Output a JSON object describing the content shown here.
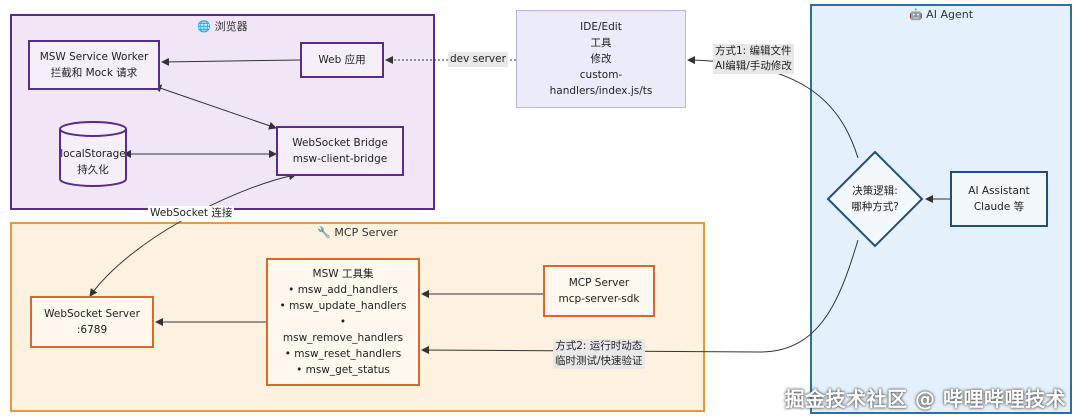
{
  "groups": {
    "browser": {
      "title": "🌐 浏览器"
    },
    "mcp": {
      "title": "🔧 MCP Server"
    },
    "agent": {
      "title": "🤖 AI Agent"
    }
  },
  "nodes": {
    "ide": {
      "lines": [
        "IDE/Edit",
        "工具",
        "修改",
        "custom-",
        "handlers/index.js/ts"
      ]
    },
    "msw_sw": {
      "lines": [
        "MSW Service Worker",
        "拦截和 Mock 请求"
      ]
    },
    "web_app": {
      "lines": [
        "Web 应用"
      ]
    },
    "storage": {
      "lines": [
        "localStorage",
        "持久化"
      ]
    },
    "ws_bridge": {
      "lines": [
        "WebSocket Bridge",
        "msw-client-bridge"
      ]
    },
    "ws_server": {
      "lines": [
        "WebSocket Server",
        ":6789"
      ]
    },
    "msw_tools": {
      "lines": [
        "MSW 工具集",
        "• msw_add_handlers",
        "• msw_update_handlers",
        "•",
        "msw_remove_handlers",
        "• msw_reset_handlers",
        "• msw_get_status"
      ]
    },
    "mcp_server": {
      "lines": [
        "MCP Server",
        "mcp-server-sdk"
      ]
    },
    "decision": {
      "lines": [
        "决策逻辑:",
        "哪种方式?"
      ]
    },
    "ai_assistant": {
      "lines": [
        "AI Assistant",
        "Claude 等"
      ]
    }
  },
  "edge_labels": {
    "dev_server": {
      "lines": [
        "dev server"
      ]
    },
    "ws_connect": {
      "lines": [
        "WebSocket 连接"
      ]
    },
    "method1": {
      "lines": [
        "方式1: 编辑文件",
        "AI编辑/手动修改"
      ]
    },
    "method2": {
      "lines": [
        "方式2: 运行时动态",
        "临时测试/快速验证"
      ]
    }
  },
  "watermark": "掘金技术社区 @ 哔哩哔哩技术",
  "colors": {
    "browser_fill": "#f1e6f6",
    "browser_border": "#5a2a8c",
    "mcp_fill": "#fdf1e0",
    "mcp_border": "#e89a3b",
    "agent_fill": "#e4f1fc",
    "agent_border": "#2f6ea1",
    "edge": "#333333"
  }
}
